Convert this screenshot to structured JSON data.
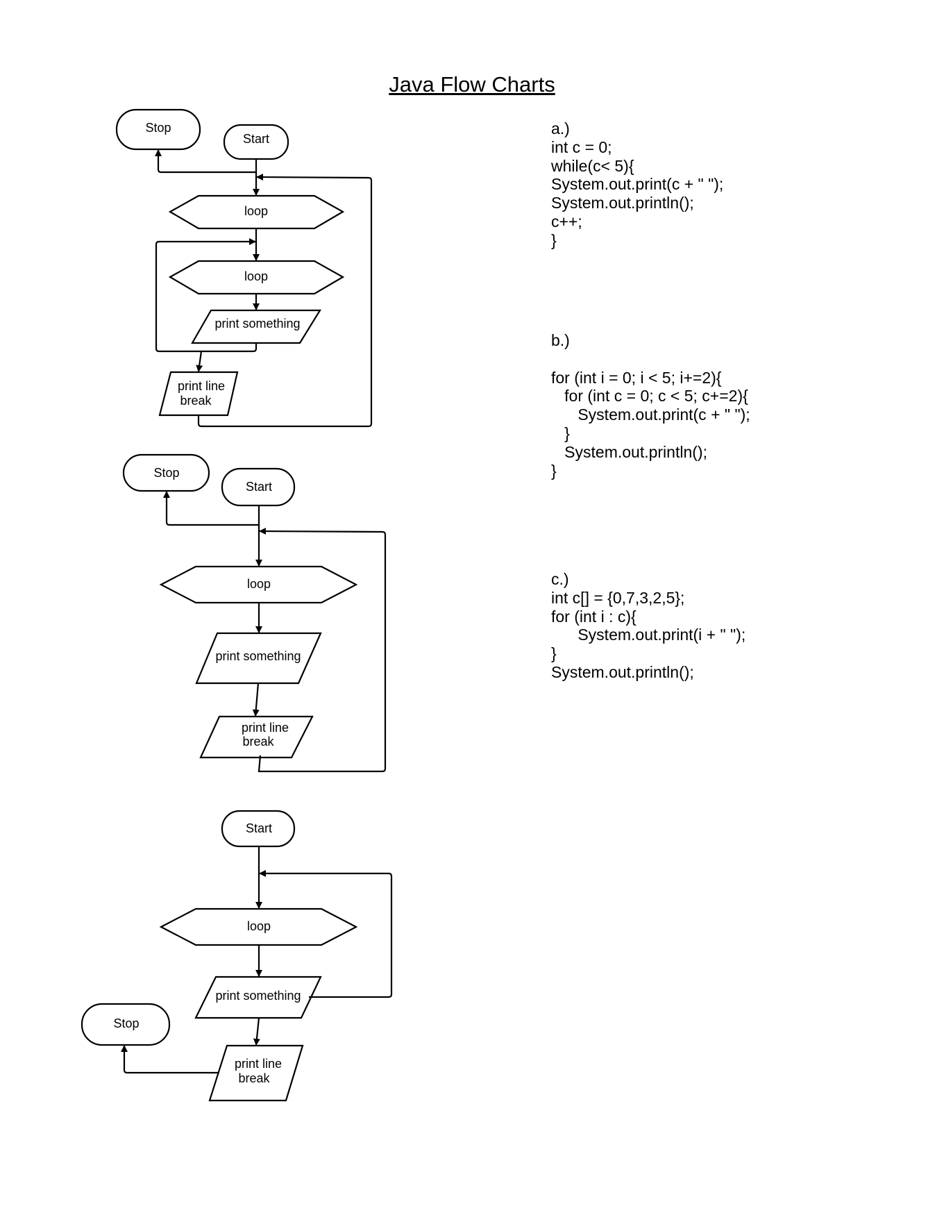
{
  "title": "Java Flow Charts",
  "flowcharts": [
    {
      "start": "Start",
      "stop": "Stop",
      "outer_loop": "loop",
      "inner_loop": "loop",
      "print": "print something",
      "print_line": [
        "print line",
        "break"
      ]
    },
    {
      "start": "Start",
      "stop": "Stop",
      "loop": "loop",
      "print": "print something",
      "print_line": [
        "print line",
        "break"
      ]
    },
    {
      "start": "Start",
      "stop": "Stop",
      "loop": "loop",
      "print": "print something",
      "print_line": [
        "print line",
        "break"
      ]
    }
  ],
  "code": {
    "a": [
      "a.)",
      "int c = 0;",
      "while(c< 5){",
      "System.out.print(c + \" \");",
      "System.out.println();",
      "c++;",
      "}"
    ],
    "b": [
      "b.)",
      "",
      "for (int i = 0; i < 5; i+=2){",
      "   for (int c = 0; c < 5; c+=2){",
      "      System.out.print(c + \" \");",
      "   }",
      "   System.out.println();",
      "}"
    ],
    "c": [
      "c.)",
      "int c[] = {0,7,3,2,5};",
      "for (int i : c){",
      "      System.out.print(i + \" \");",
      "}",
      "System.out.println();"
    ]
  }
}
